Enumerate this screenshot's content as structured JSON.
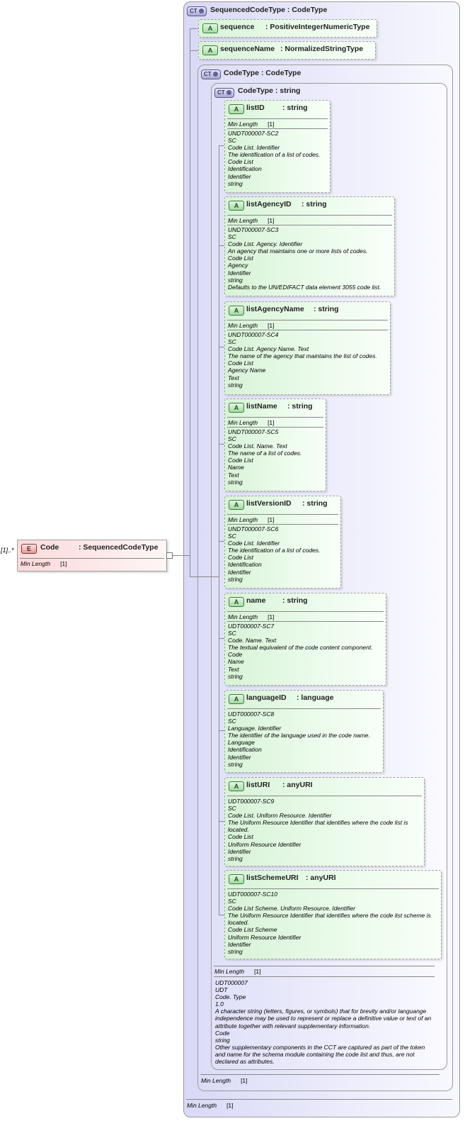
{
  "element": {
    "multiplicity": "[1]..*",
    "badge": "E",
    "name": "Code",
    "type": ": SequencedCodeType",
    "min_length_label": "Min Length",
    "min_length_value": "[1]"
  },
  "sequenced_code_type": {
    "badge": "CT",
    "title": "SequencedCodeType : CodeType",
    "min_length_label": "Min Length",
    "min_length_value": "[1]",
    "attributes": [
      {
        "badge": "A",
        "name": "sequence",
        "type": ": PositiveIntegerNumericType"
      },
      {
        "badge": "A",
        "name": "sequenceName",
        "type": ": NormalizedStringType"
      }
    ]
  },
  "code_type_outer": {
    "badge": "CT",
    "title": "CodeType : CodeType",
    "min_length_label": "Min Length",
    "min_length_value": "[1]"
  },
  "code_type_inner": {
    "badge": "CT",
    "title": "CodeType : string",
    "min_length_label": "Min Length",
    "min_length_value": "[1]",
    "doc": [
      "UDT000007",
      "UDT",
      "Code. Type",
      "1.0",
      "A character string (letters, figures, or symbols) that for brevity and/or languange independence may be used to represent or replace a definitive value or text of an attribute together with relevant supplementary information.",
      "Code",
      "string",
      "Other supplementary components in the CCT are captured as part of the token and name for the schema module containing the code list and thus, are not declared as attributes."
    ],
    "attributes": [
      {
        "badge": "A",
        "name": "listID",
        "type": ": string",
        "min_length_label": "Min Length",
        "min_length_value": "[1]",
        "doc": [
          "UNDT000007-SC2",
          "SC",
          "Code List. Identifier",
          "The identification of a list of codes.",
          "Code List",
          "Identification",
          "Identifier",
          "string"
        ]
      },
      {
        "badge": "A",
        "name": "listAgencyID",
        "type": ": string",
        "min_length_label": "Min Length",
        "min_length_value": "[1]",
        "doc": [
          "UNDT000007-SC3",
          "SC",
          "Code List. Agency. Identifier",
          "An agency that maintains one or more lists of codes.",
          "Code List",
          "Agency",
          "Identifier",
          "string",
          "Defaults to the UN/EDIFACT data element 3055 code list."
        ]
      },
      {
        "badge": "A",
        "name": "listAgencyName",
        "type": ": string",
        "min_length_label": "Min Length",
        "min_length_value": "[1]",
        "doc": [
          "UNDT000007-SC4",
          "SC",
          "Code List. Agency Name. Text",
          "The name of the agency that maintains the list of codes.",
          "Code List",
          "Agency Name",
          "Text",
          "string"
        ]
      },
      {
        "badge": "A",
        "name": "listName",
        "type": ": string",
        "min_length_label": "Min Length",
        "min_length_value": "[1]",
        "doc": [
          "UNDT000007-SC5",
          "SC",
          "Code List. Name. Text",
          "The name of a list of codes.",
          "Code List",
          "Name",
          "Text",
          "string"
        ]
      },
      {
        "badge": "A",
        "name": "listVersionID",
        "type": ": string",
        "min_length_label": "Min Length",
        "min_length_value": "[1]",
        "doc": [
          "UNDT000007-SC6",
          "SC",
          "Code List. Identifier",
          "The identification of a list of codes.",
          "Code List",
          "Identification",
          "Identifier",
          "string"
        ]
      },
      {
        "badge": "A",
        "name": "name",
        "type": ": string",
        "min_length_label": "Min Length",
        "min_length_value": "[1]",
        "doc": [
          "UDT000007-SC7",
          "SC",
          "Code. Name. Text",
          "The textual equivalent of the code content component.",
          "Code",
          "Name",
          "Text",
          "string"
        ]
      },
      {
        "badge": "A",
        "name": "languageID",
        "type": ": language",
        "doc": [
          "UDT000007-SC8",
          "SC",
          "Language. Identifier",
          "The identifier of the language used in the code name.",
          "Language",
          "Identification",
          "Identifier",
          "string"
        ]
      },
      {
        "badge": "A",
        "name": "listURI",
        "type": ": anyURI",
        "doc": [
          "UDT000007-SC9",
          "SC",
          "Code List. Uniform Resource. Identifier",
          "The Uniform Resource Identifier that identifies where the code list is located.",
          "Code List",
          "Uniform Resource Identifier",
          "Identifier",
          "string"
        ]
      },
      {
        "badge": "A",
        "name": "listSchemeURI",
        "type": ": anyURI",
        "doc": [
          "UDT000007-SC10",
          "SC",
          "Code List Scheme. Uniform Resource. Identifier",
          "The Uniform Resource Identifier that identifies where the code list scheme is located.",
          "Code List Scheme",
          "Uniform Resource Identifier",
          "Identifier",
          "string"
        ]
      }
    ]
  }
}
